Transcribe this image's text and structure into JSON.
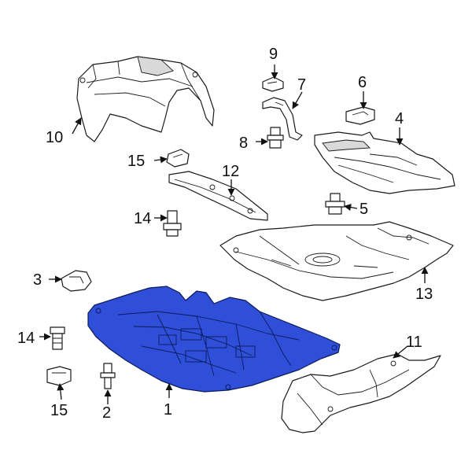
{
  "highlight_color": "#2f4fd8",
  "callouts": [
    {
      "id": "1",
      "label": "1"
    },
    {
      "id": "2",
      "label": "2"
    },
    {
      "id": "3",
      "label": "3"
    },
    {
      "id": "4",
      "label": "4"
    },
    {
      "id": "5",
      "label": "5"
    },
    {
      "id": "6",
      "label": "6"
    },
    {
      "id": "7",
      "label": "7"
    },
    {
      "id": "8",
      "label": "8"
    },
    {
      "id": "9",
      "label": "9"
    },
    {
      "id": "10",
      "label": "10"
    },
    {
      "id": "11",
      "label": "11"
    },
    {
      "id": "12",
      "label": "12"
    },
    {
      "id": "13",
      "label": "13"
    },
    {
      "id": "14a",
      "label": "14"
    },
    {
      "id": "14b",
      "label": "14"
    },
    {
      "id": "15a",
      "label": "15"
    },
    {
      "id": "15b",
      "label": "15"
    }
  ]
}
